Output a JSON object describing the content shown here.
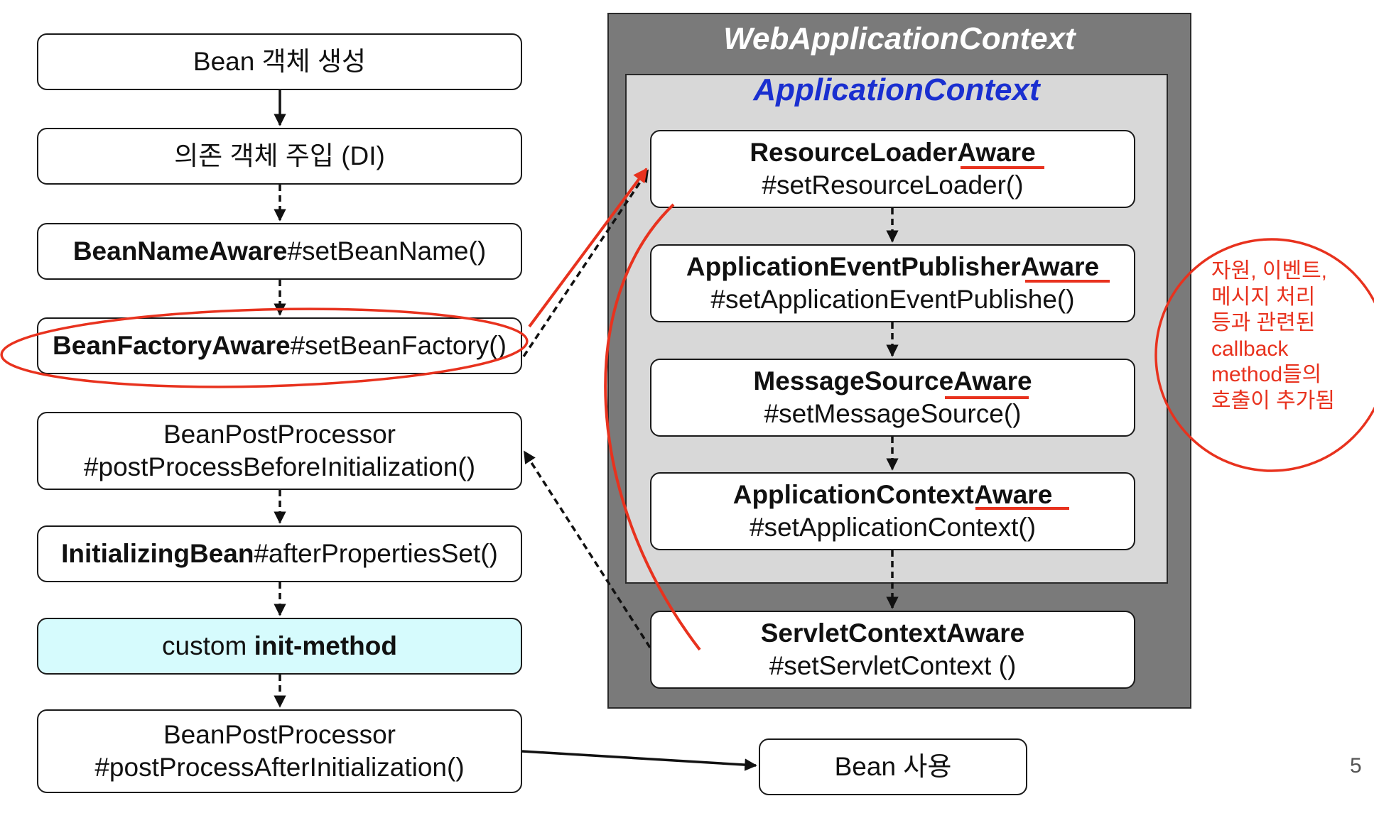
{
  "left_flow": [
    {
      "name": "step-bean-create",
      "bold": "",
      "text": "Bean 객체 생성"
    },
    {
      "name": "step-di",
      "bold": "",
      "text": "의존 객체 주입 (DI)"
    },
    {
      "name": "step-bean-name-aware",
      "bold": "BeanNameAware",
      "text": "#setBeanName()"
    },
    {
      "name": "step-bean-factory-aware",
      "bold": "BeanFactoryAware",
      "text": "#setBeanFactory()"
    },
    {
      "name": "step-bpp-before",
      "line1": "BeanPostProcessor",
      "line2": "#postProcessBeforeInitialization()"
    },
    {
      "name": "step-initializing-bean",
      "bold": "InitializingBean",
      "text": "#afterPropertiesSet()"
    },
    {
      "name": "step-init-method",
      "text": "custom ",
      "bold": "init-method"
    },
    {
      "name": "step-bpp-after",
      "line1": "BeanPostProcessor",
      "line2": "#postProcessAfterInitialization()"
    }
  ],
  "bean_use": "Bean 사용",
  "web_context": {
    "title": "WebApplicationContext",
    "servlet_aware": {
      "title": "ServletContextAware",
      "method": "#setServletContext ()"
    }
  },
  "app_context": {
    "title": "ApplicationContext",
    "items": [
      {
        "title": "ResourceLoaderAware",
        "method": "#setResourceLoader()"
      },
      {
        "title": "ApplicationEventPublisherAware",
        "method": "#setApplicationEventPublishe()"
      },
      {
        "title": "MessageSourceAware",
        "method": "#setMessageSource()"
      },
      {
        "title": "ApplicationContextAware",
        "method": "#setApplicationContext()"
      }
    ]
  },
  "note": {
    "lines": [
      "자원, 이벤트,",
      "메시지 처리",
      "등과 관련된",
      "callback",
      "method들의",
      "호출이 추가됨"
    ]
  },
  "page_number": "5",
  "colors": {
    "annotation_red": "#e8321e",
    "app_context_title": "#1a2fd0",
    "init_method_fill": "#d6fbfd",
    "web_context_fill": "#7a7a7a",
    "app_context_fill": "#d8d8d8"
  }
}
